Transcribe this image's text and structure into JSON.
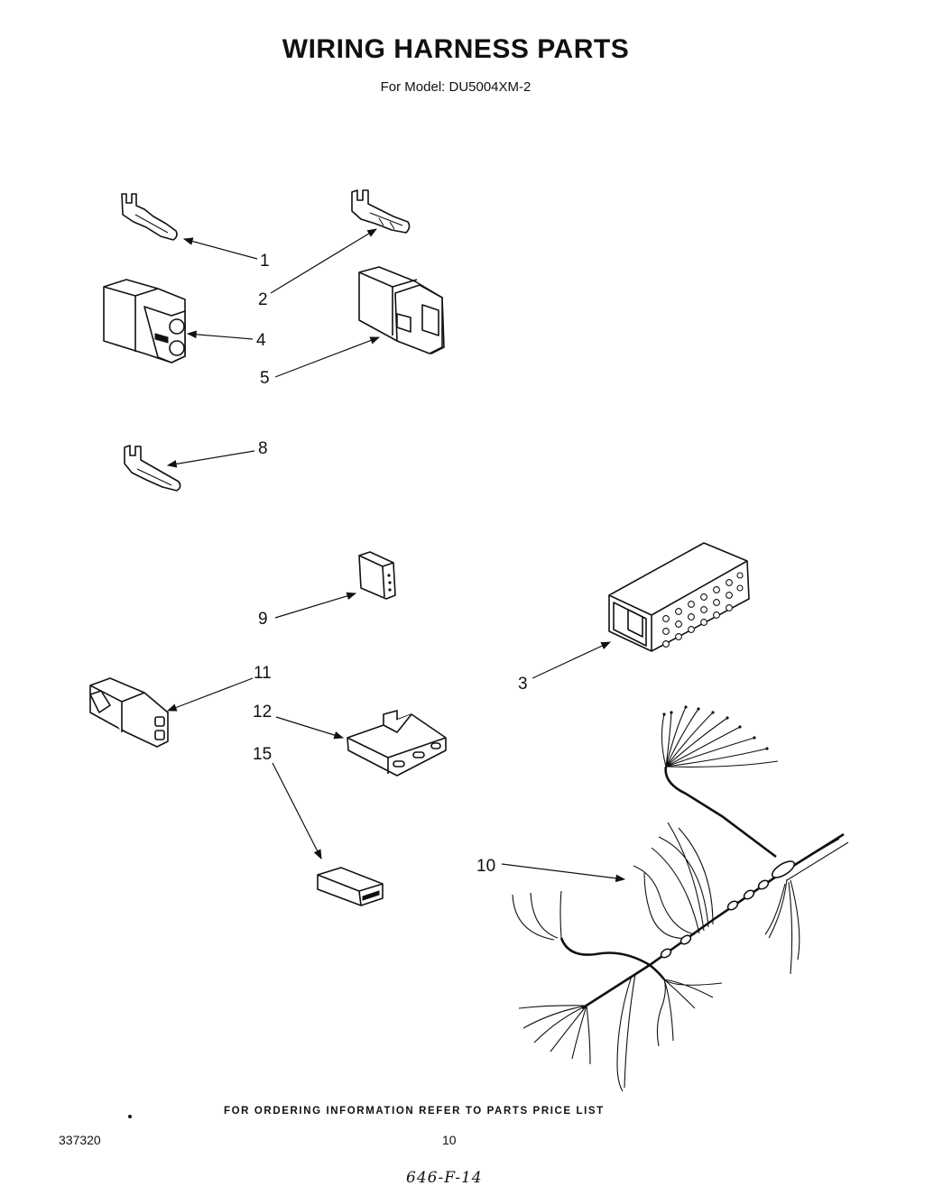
{
  "header": {
    "title": "WIRING HARNESS PARTS",
    "subtitle": "For Model: DU5004XM-2"
  },
  "callouts": {
    "c1": "1",
    "c2": "2",
    "c3": "3",
    "c4": "4",
    "c5": "5",
    "c8": "8",
    "c9": "9",
    "c10": "10",
    "c11": "11",
    "c12": "12",
    "c15": "15"
  },
  "footer": {
    "ordering_note": "FOR ORDERING INFORMATION REFER TO PARTS PRICE LIST",
    "document_number": "337320",
    "page_number": "10",
    "handwritten_code": "646-F-14"
  }
}
